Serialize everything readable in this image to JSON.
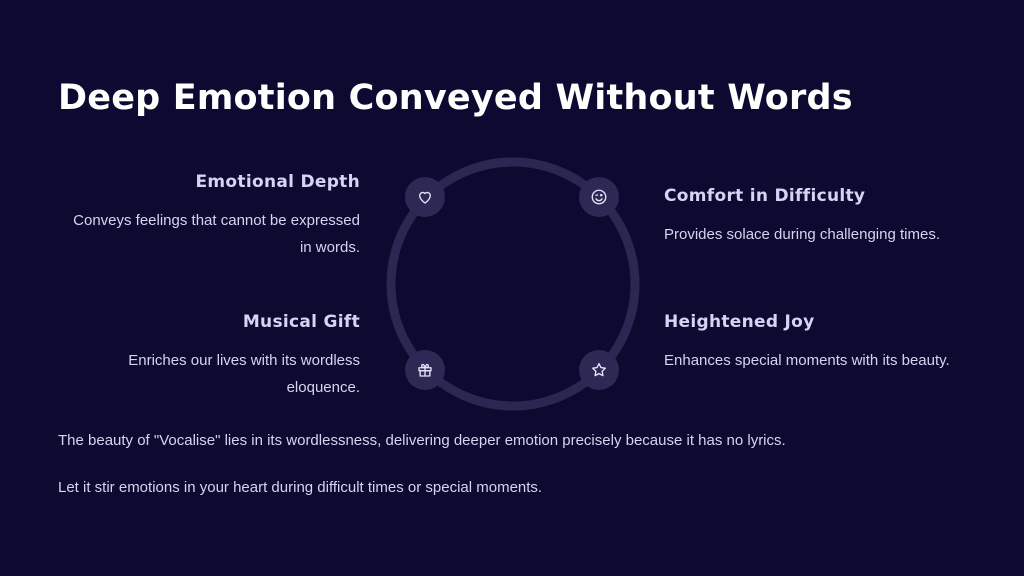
{
  "title": "Deep Emotion Conveyed Without Words",
  "features": {
    "emotional_depth": {
      "heading": "Emotional Depth",
      "text": "Conveys feelings that cannot be expressed in words.",
      "icon": "heart-icon"
    },
    "comfort": {
      "heading": "Comfort in Difficulty",
      "text": "Provides solace during challenging times.",
      "icon": "smile-wink-icon"
    },
    "musical_gift": {
      "heading": "Musical Gift",
      "text": "Enriches our lives with its wordless eloquence.",
      "icon": "gift-icon"
    },
    "joy": {
      "heading": "Heightened Joy",
      "text": "Enhances special moments with its beauty.",
      "icon": "star-icon"
    }
  },
  "footer": {
    "line1": "The beauty of \"Vocalise\" lies in its wordlessness, delivering deeper emotion precisely because it has no lyrics.",
    "line2": "Let it stir emotions in your heart during difficult times or special moments."
  },
  "colors": {
    "background": "#0c0a30",
    "ring": "#2a2852",
    "icon_bg": "#2c2a55",
    "text": "#d6d3ef",
    "title": "#ffffff"
  }
}
